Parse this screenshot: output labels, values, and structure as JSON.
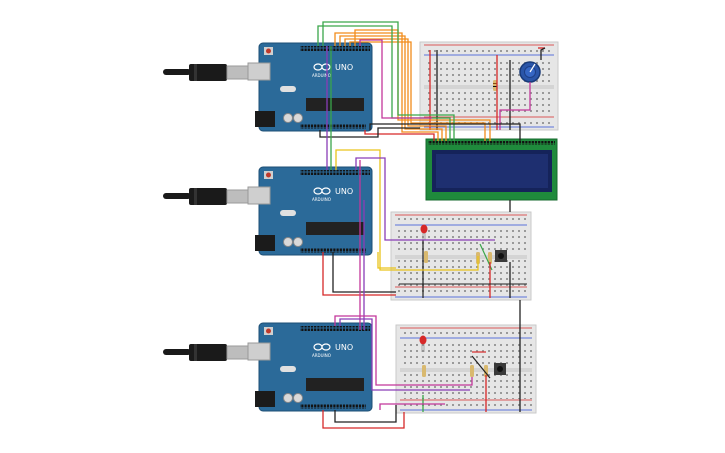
{
  "boards": [
    {
      "id": "arduino-1",
      "brand": "ARDUINO",
      "model": "UNO"
    },
    {
      "id": "arduino-2",
      "brand": "ARDUINO",
      "model": "UNO"
    },
    {
      "id": "arduino-3",
      "brand": "ARDUINO",
      "model": "UNO"
    }
  ],
  "icons": {
    "usb_cable": "usb-cable-icon",
    "lcd": "lcd-16x2-icon",
    "potentiometer": "potentiometer-icon",
    "led": "led-icon",
    "button": "pushbutton-icon",
    "resistor": "resistor-icon"
  },
  "colors": {
    "board": "#2b6a99",
    "breadboard": "#e8e8e8",
    "lcd_frame": "#1f8a3c",
    "lcd_screen": "#1b2a55",
    "wire_orange": "#f28c1b",
    "wire_green": "#3aa64a",
    "wire_red": "#d62828",
    "wire_black": "#222222",
    "wire_yellow": "#e9c41a",
    "wire_purple": "#8a3db6",
    "wire_magenta": "#c2369a"
  }
}
